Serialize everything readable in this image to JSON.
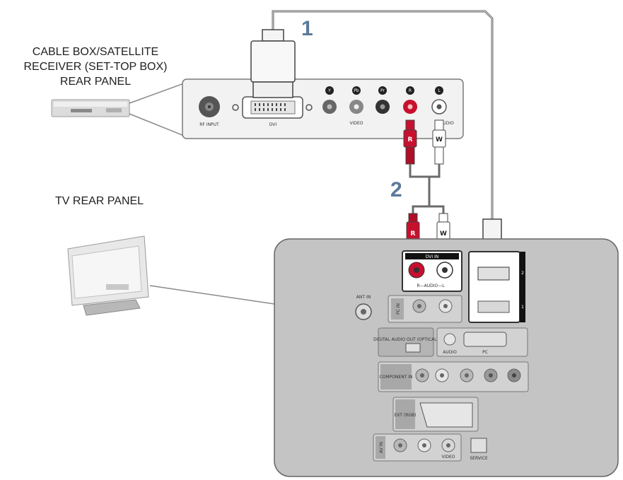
{
  "labels": {
    "stb_line1": "CABLE BOX/SATELLITE",
    "stb_line2": "RECEIVER (SET-TOP BOX)",
    "stb_line3": "REAR PANEL",
    "tv_rear": "TV REAR PANEL"
  },
  "steps": {
    "one": "1",
    "two": "2"
  },
  "stb_panel": {
    "rf_input": "RF INPUT",
    "dvi": "DVI",
    "video": "VIDEO",
    "audio": "AUDIO",
    "jack_y": "Y",
    "jack_pb": "Pb",
    "jack_pr": "Pr",
    "jack_r": "R",
    "jack_l": "L"
  },
  "plugs": {
    "red": "R",
    "white": "W"
  },
  "tv_panel": {
    "dvi_in": "DVI IN",
    "audio_r_l": "R—AUDIO—L",
    "hdmi_1": "1",
    "hdmi_2": "2",
    "ant_in": "ANT IN",
    "pc_in": "PC IN",
    "digital_audio_out": "DIGITAL AUDIO OUT (OPTICAL)",
    "audio": "AUDIO",
    "pc": "PC",
    "component_in": "COMPONENT IN",
    "ext_rgb": "EXT (RGB)",
    "av_in": "AV IN",
    "video": "VIDEO",
    "service": "SERVICE"
  },
  "colors": {
    "cable": "#6b6b6b",
    "panel_fill": "#c4c4c4",
    "stb_fill": "#f2f2f2",
    "red_plug": "#c8102e",
    "step_number": "#5a7a99"
  }
}
